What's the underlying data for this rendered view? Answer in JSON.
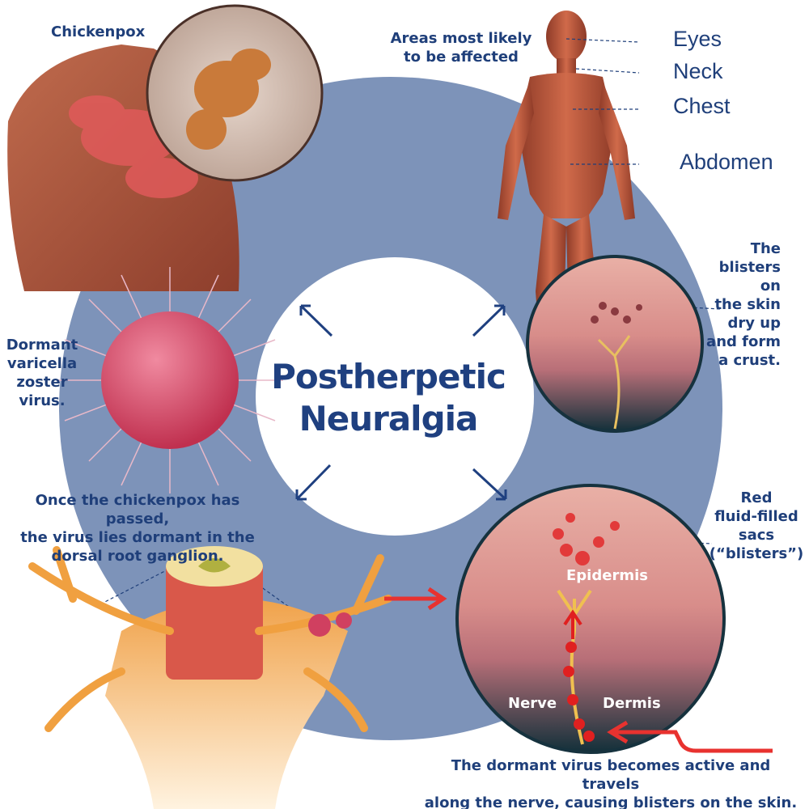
{
  "title": {
    "line1": "Postherpetic",
    "line2": "Neuralgia"
  },
  "labels": {
    "chickenpox": "Chickenpox",
    "areas": [
      "Areas most likely",
      "to be affected"
    ],
    "body_parts": [
      "Eyes",
      "Neck",
      "Chest",
      "Abdomen"
    ],
    "crust": [
      "The",
      "blisters on",
      "the skin",
      "dry up",
      "and form",
      "a crust."
    ],
    "dormant_virus": [
      "Dormant",
      "varicella",
      "zoster",
      "virus."
    ],
    "passed": [
      "Once the chickenpox has passed,",
      "the virus lies dormant in the",
      "dorsal root ganglion."
    ],
    "blisters": [
      "Red",
      "fluid-filled",
      "sacs",
      "(“blisters”)"
    ],
    "epidermis": "Epidermis",
    "nerve": "Nerve",
    "dermis": "Dermis",
    "bottom": [
      "The dormant virus becomes active and travels",
      "along the nerve, causing blisters on the skin."
    ]
  },
  "colors": {
    "ring": "#7d93b9",
    "text": "#1f3f7a",
    "arrow_red": "#e8322f"
  }
}
